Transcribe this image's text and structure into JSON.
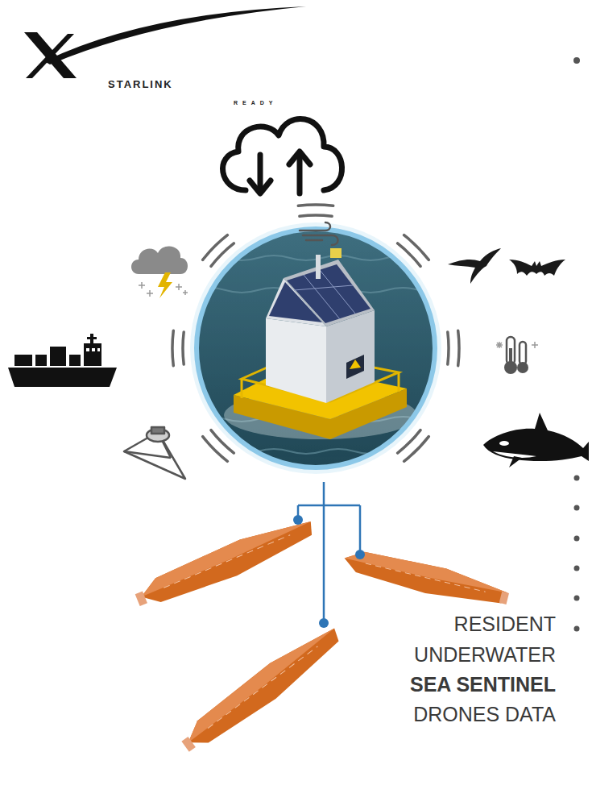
{
  "diagram": {
    "labels": [
      "STARLINK",
      "READY",
      "RESIDENT UNDERWATER",
      "SEA SENTINEL",
      "DRONES DATA"
    ]
  }
}
